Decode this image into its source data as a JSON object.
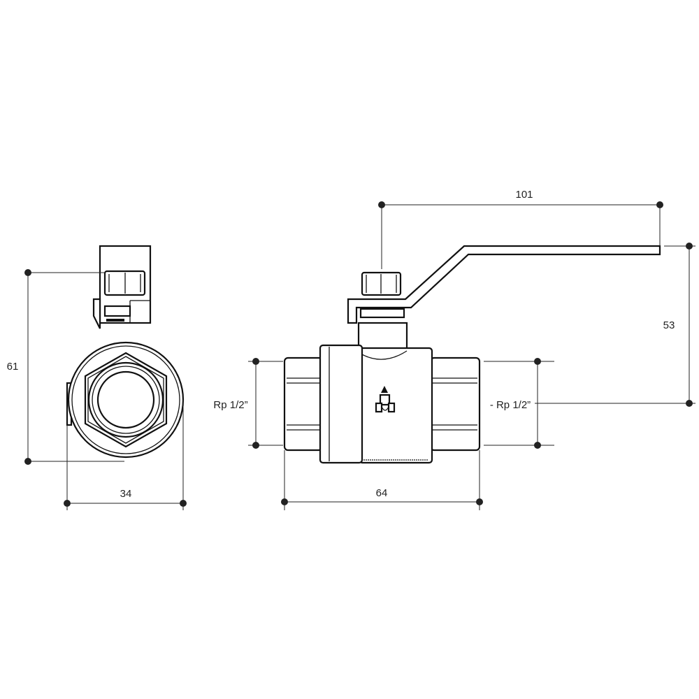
{
  "dimensions": {
    "height_side": "61",
    "width_side": "34",
    "length": "64",
    "lever_length": "101",
    "lever_height": "53",
    "thread_left": "Rp 1/2”",
    "thread_right": "- Rp 1/2”"
  },
  "colors": {
    "line": "#111111",
    "background": "#ffffff"
  }
}
